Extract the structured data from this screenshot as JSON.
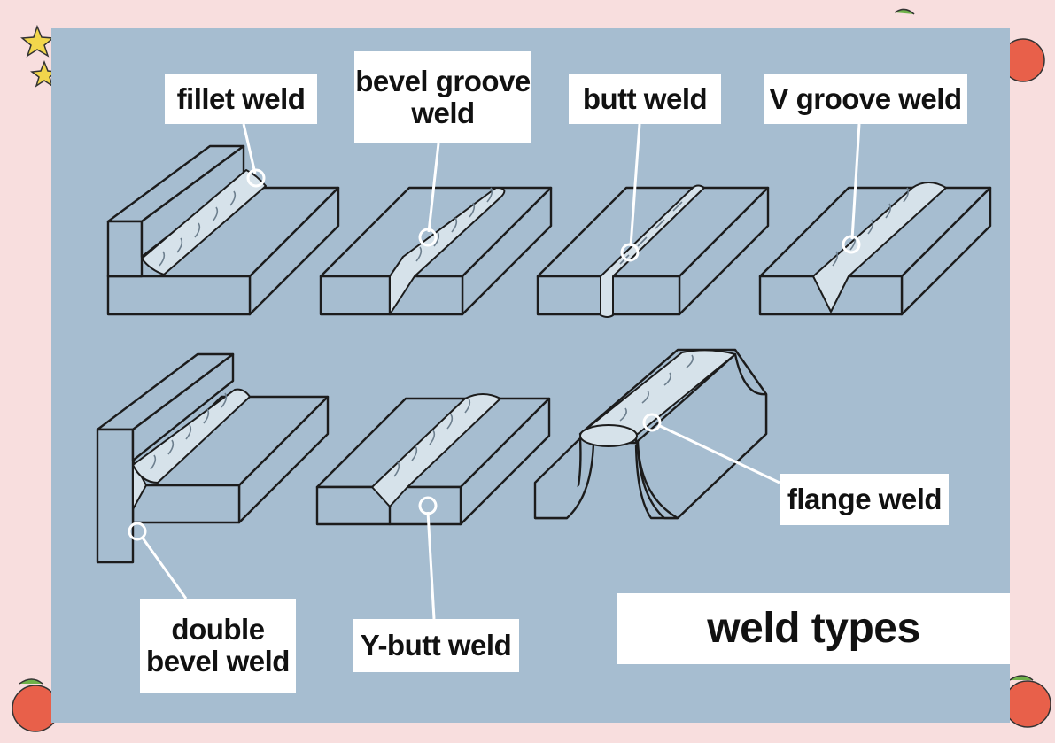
{
  "labels": {
    "fillet": "fillet weld",
    "bevel_groove": "bevel groove\nweld",
    "butt": "butt weld",
    "v_groove": "V groove weld",
    "double_bevel": "double\nbevel weld",
    "y_butt": "Y-butt weld",
    "flange": "flange weld",
    "title": "weld types"
  },
  "colors": {
    "panel": "#a6bdd0",
    "frame": "#f8dede",
    "bead": "#d6e2ea",
    "line": "#1c1c1c",
    "leader": "#ffffff"
  },
  "decorations": [
    "star-icon",
    "apple-icon"
  ]
}
